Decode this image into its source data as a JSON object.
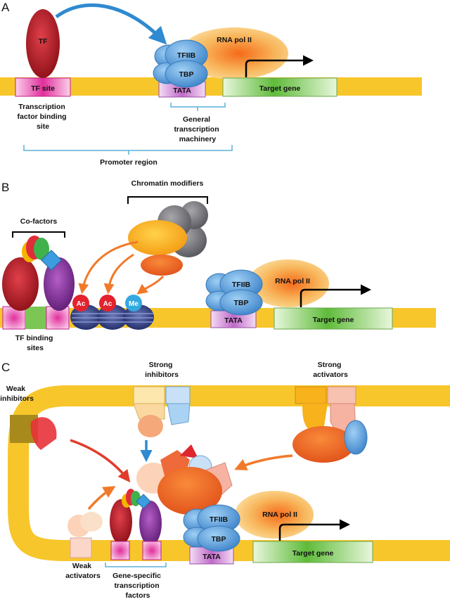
{
  "panels": {
    "a": "A",
    "b": "B",
    "c": "C"
  },
  "panel_a": {
    "tf": "TF",
    "tf_site": "TF site",
    "tfiib": "TFIIB",
    "tbp": "TBP",
    "tata": "TATA",
    "rna_pol": "RNA pol II",
    "target_gene": "Target gene",
    "tf_binding_site_caption": [
      "Transcription",
      "factor binding",
      "site"
    ],
    "gtm_caption": [
      "General",
      "transcription",
      "machinery"
    ],
    "promoter_region": "Promoter region"
  },
  "panel_b": {
    "chromatin_modifiers": "Chromatin modifiers",
    "co_factors": "Co-factors",
    "mark_ac_1": "Ac",
    "mark_ac_2": "Ac",
    "mark_me": "Me",
    "tfiib": "TFIIB",
    "tbp": "TBP",
    "tata": "TATA",
    "rna_pol": "RNA pol II",
    "target_gene": "Target gene",
    "tf_binding_sites": [
      "TF binding",
      "sites"
    ]
  },
  "panel_c": {
    "weak_inhibitors": [
      "Weak",
      "inhibitors"
    ],
    "strong_inhibitors": [
      "Strong",
      "inhibitors"
    ],
    "strong_activators": [
      "Strong",
      "activators"
    ],
    "tfiib": "TFIIB",
    "tbp": "TBP",
    "tata": "TATA",
    "rna_pol": "RNA pol II",
    "target_gene": "Target gene",
    "weak_activators": [
      "Weak",
      "activators"
    ],
    "gene_specific_tfs": [
      "Gene-specific",
      "transcription",
      "factors"
    ]
  },
  "colors": {
    "dna": "#f7c62b",
    "tf_red": "#a8141c",
    "tf_site_magenta": "#e83aa3",
    "gtf_blue": "#4a90d0",
    "tata_purple": "#d59ad8",
    "pol_orange": "#f4a040",
    "gene_green": "#7cc653",
    "arrow_blue": "#2f8ad0",
    "arrow_orange": "#f07a2a",
    "arrow_red": "#e23b2b"
  }
}
